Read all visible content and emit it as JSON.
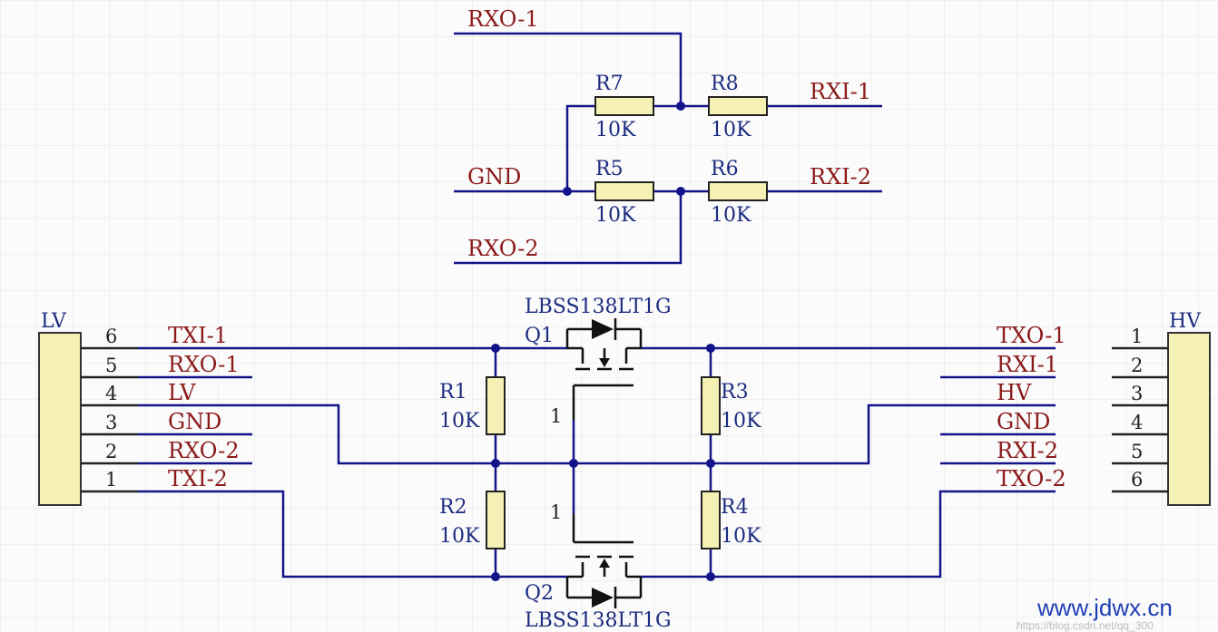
{
  "watermark": "www.jdwx.cn",
  "watermark_faint": "https://blog.csdn.net/qq_300",
  "colors": {
    "wire": "#14148a",
    "net_label": "#8b1a1a",
    "designator": "#1c2c80",
    "component_fill": "#f5f0b4"
  },
  "top_circuit": {
    "nets": {
      "rxo1": "RXO-1",
      "gnd": "GND",
      "rxo2": "RXO-2",
      "rxi1": "RXI-1",
      "rxi2": "RXI-2"
    },
    "resistors": [
      {
        "ref": "R7",
        "value": "10K"
      },
      {
        "ref": "R8",
        "value": "10K"
      },
      {
        "ref": "R5",
        "value": "10K"
      },
      {
        "ref": "R6",
        "value": "10K"
      }
    ]
  },
  "lv_connector": {
    "label": "LV",
    "pins": [
      {
        "num": "6",
        "net": "TXI-1"
      },
      {
        "num": "5",
        "net": "RXO-1"
      },
      {
        "num": "4",
        "net": "LV"
      },
      {
        "num": "3",
        "net": "GND"
      },
      {
        "num": "2",
        "net": "RXO-2"
      },
      {
        "num": "1",
        "net": "TXI-2"
      }
    ]
  },
  "hv_connector": {
    "label": "HV",
    "pins": [
      {
        "num": "1",
        "net": "TXO-1"
      },
      {
        "num": "2",
        "net": "RXI-1"
      },
      {
        "num": "3",
        "net": "HV"
      },
      {
        "num": "4",
        "net": "GND"
      },
      {
        "num": "5",
        "net": "RXI-2"
      },
      {
        "num": "6",
        "net": "TXO-2"
      }
    ]
  },
  "level_shifter": {
    "resistors": [
      {
        "ref": "R1",
        "value": "10K"
      },
      {
        "ref": "R2",
        "value": "10K"
      },
      {
        "ref": "R3",
        "value": "10K"
      },
      {
        "ref": "R4",
        "value": "10K"
      }
    ],
    "mosfets": [
      {
        "ref": "Q1",
        "part": "LBSS138LT1G",
        "gate_pin": "1"
      },
      {
        "ref": "Q2",
        "part": "LBSS138LT1G",
        "gate_pin": "1"
      }
    ]
  }
}
